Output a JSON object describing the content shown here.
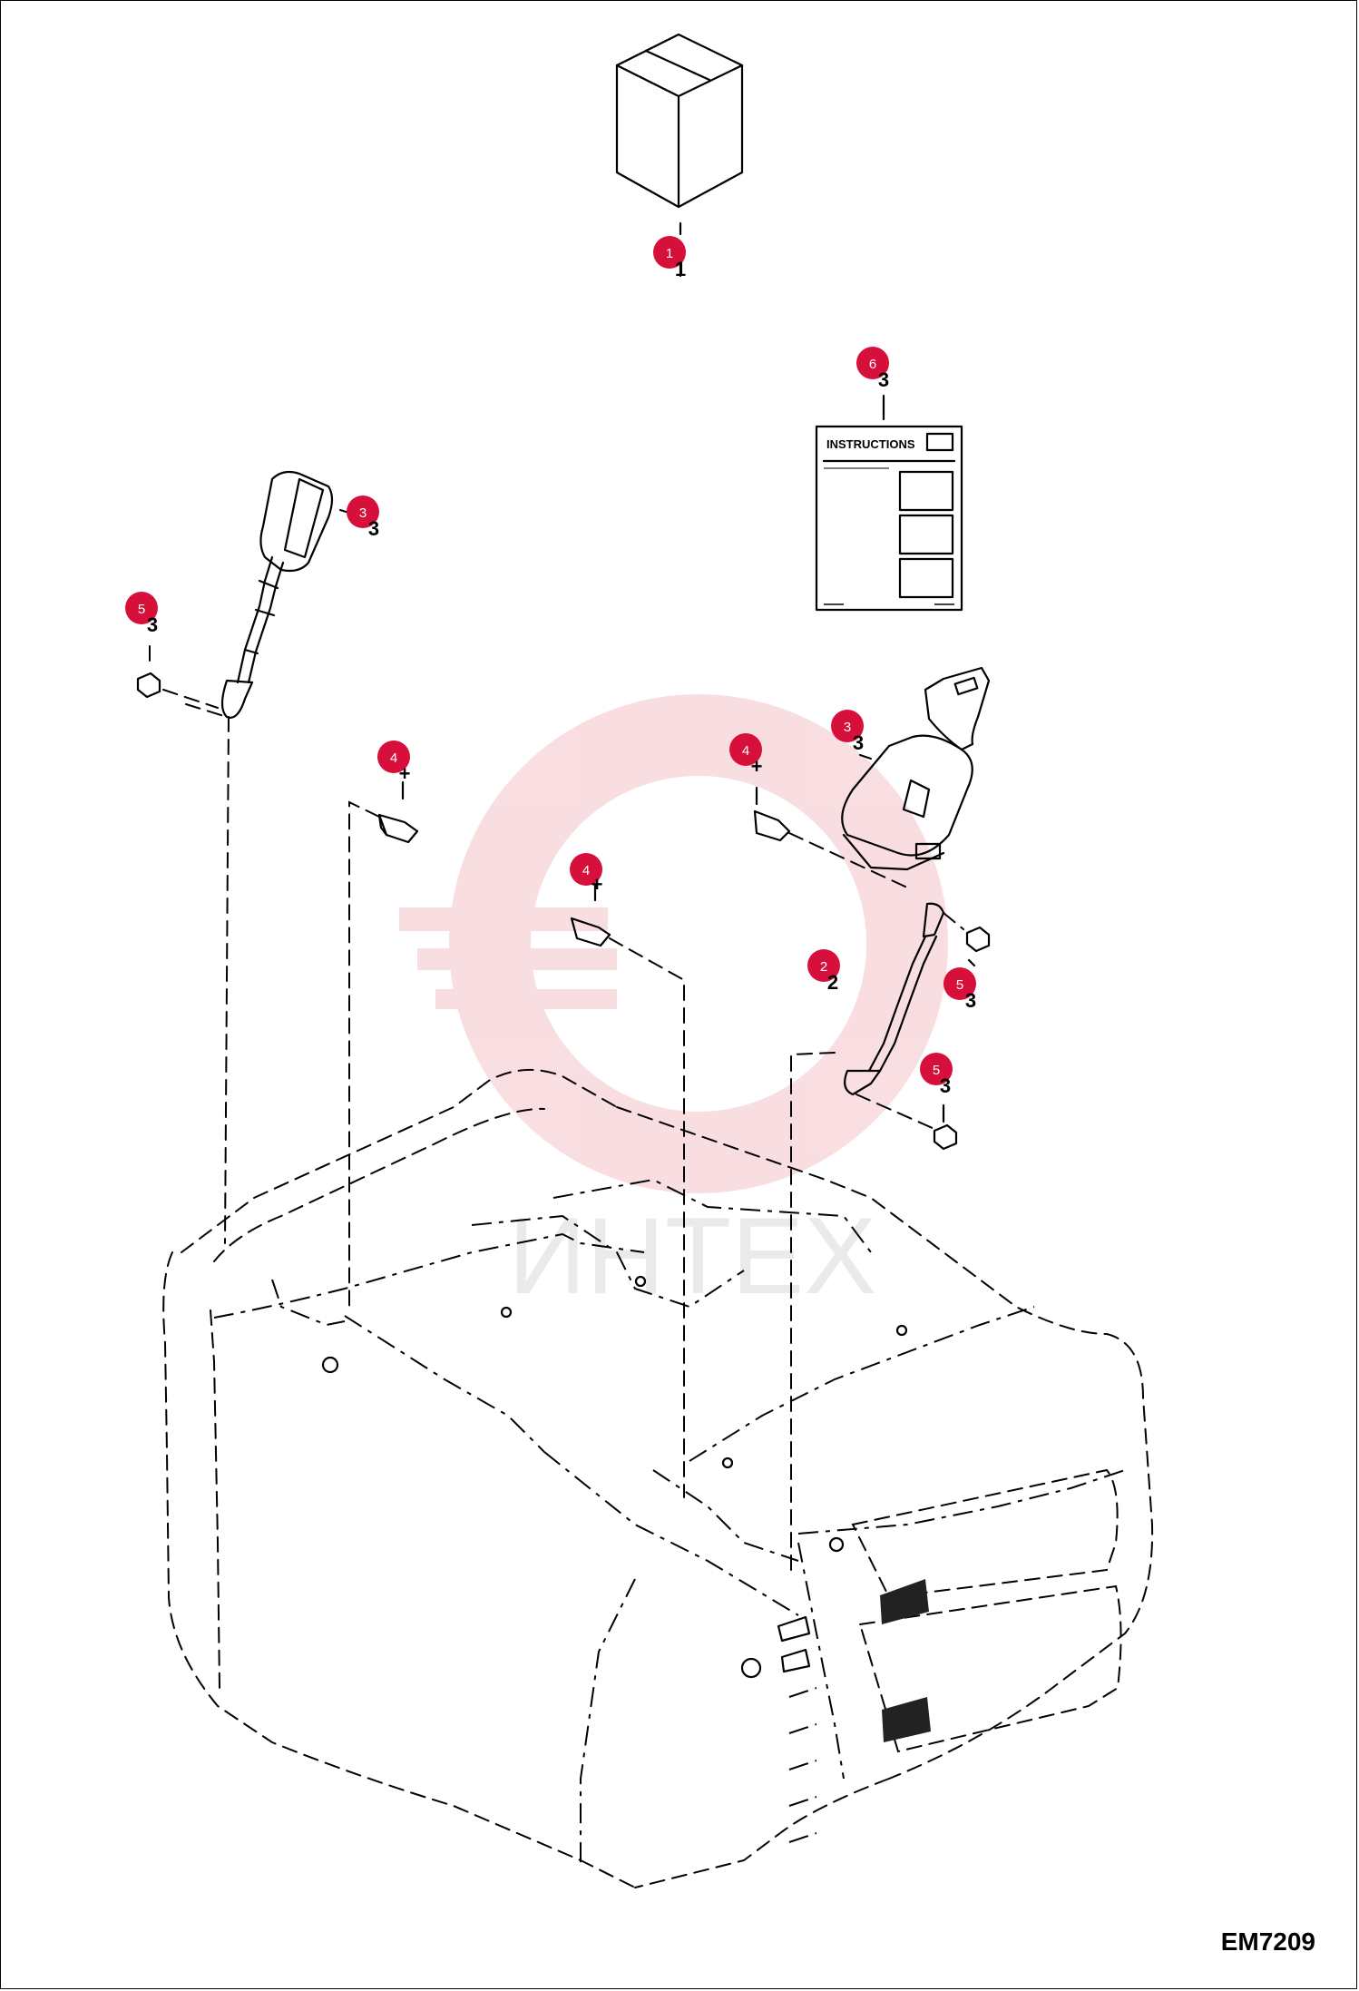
{
  "document": {
    "code": "EM7209"
  },
  "instructions_sheet": {
    "title": "INSTRUCTIONS"
  },
  "watermark": {
    "text": "ИНТЕХ",
    "color": "#f4c4c8"
  },
  "callouts": {
    "color": "#d6103a",
    "items": [
      {
        "id": "c1",
        "label": "1"
      },
      {
        "id": "c6",
        "label": "6"
      },
      {
        "id": "c3a",
        "label": "3"
      },
      {
        "id": "c5a",
        "label": "5"
      },
      {
        "id": "c4a",
        "label": "4"
      },
      {
        "id": "c3b",
        "label": "3"
      },
      {
        "id": "c4b",
        "label": "4"
      },
      {
        "id": "c4c",
        "label": "4"
      },
      {
        "id": "c2",
        "label": "2"
      },
      {
        "id": "c5b",
        "label": "5"
      },
      {
        "id": "c5c",
        "label": "5"
      }
    ]
  },
  "part_numbers": {
    "items": [
      {
        "id": "n1",
        "label": "1"
      },
      {
        "id": "n6",
        "label": "3"
      },
      {
        "id": "n3a",
        "label": "3"
      },
      {
        "id": "n5a",
        "label": "3"
      },
      {
        "id": "n4a",
        "label": "+"
      },
      {
        "id": "n3b",
        "label": "3"
      },
      {
        "id": "n4b",
        "label": "+"
      },
      {
        "id": "n4c",
        "label": "+"
      },
      {
        "id": "n2",
        "label": "2"
      },
      {
        "id": "n5b",
        "label": "3"
      },
      {
        "id": "n5c",
        "label": "3"
      }
    ]
  }
}
